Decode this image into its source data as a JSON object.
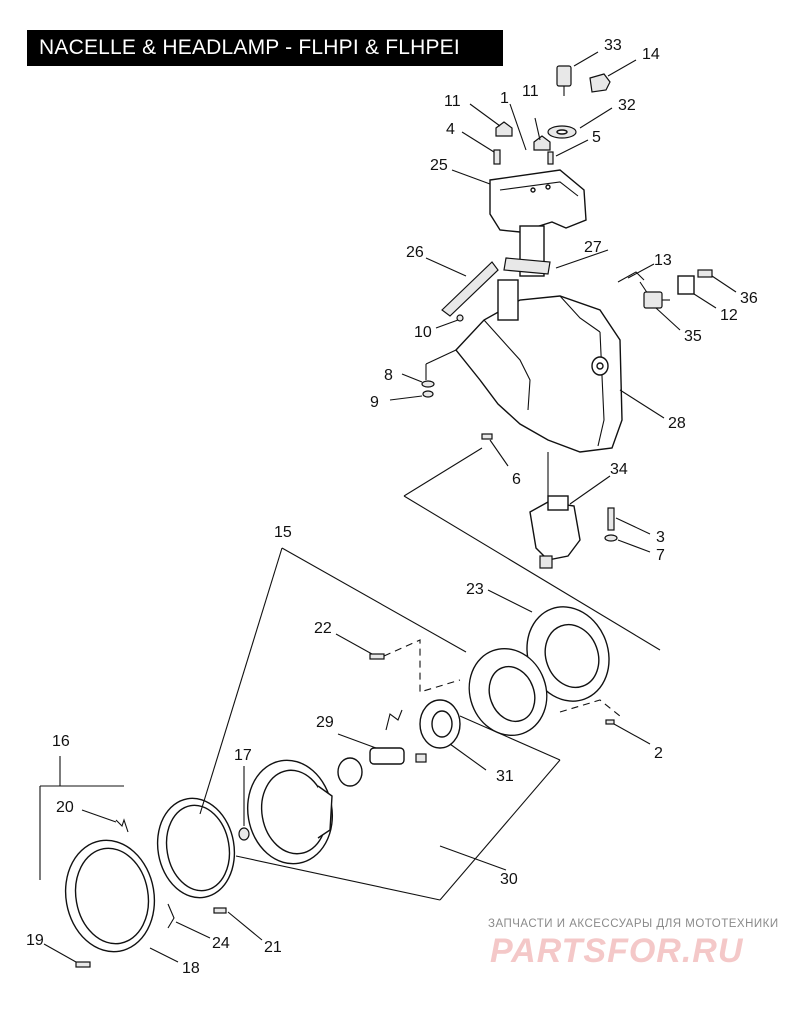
{
  "title": "NACELLE & HEADLAMP - FLHPI & FLHPEI",
  "callouts": [
    "33",
    "14",
    "11",
    "1",
    "11",
    "32",
    "4",
    "5",
    "25",
    "26",
    "27",
    "13",
    "36",
    "10",
    "12",
    "35",
    "8",
    "9",
    "28",
    "6",
    "34",
    "3",
    "7",
    "15",
    "23",
    "22",
    "29",
    "2",
    "31",
    "16",
    "17",
    "20",
    "30",
    "19",
    "18",
    "24",
    "21"
  ],
  "watermark": {
    "subtitle": "ЗАПЧАСТИ И АКСЕССУАРЫ ДЛЯ МОТОТЕХНИКИ",
    "logo": "PARTSFOR.RU"
  }
}
